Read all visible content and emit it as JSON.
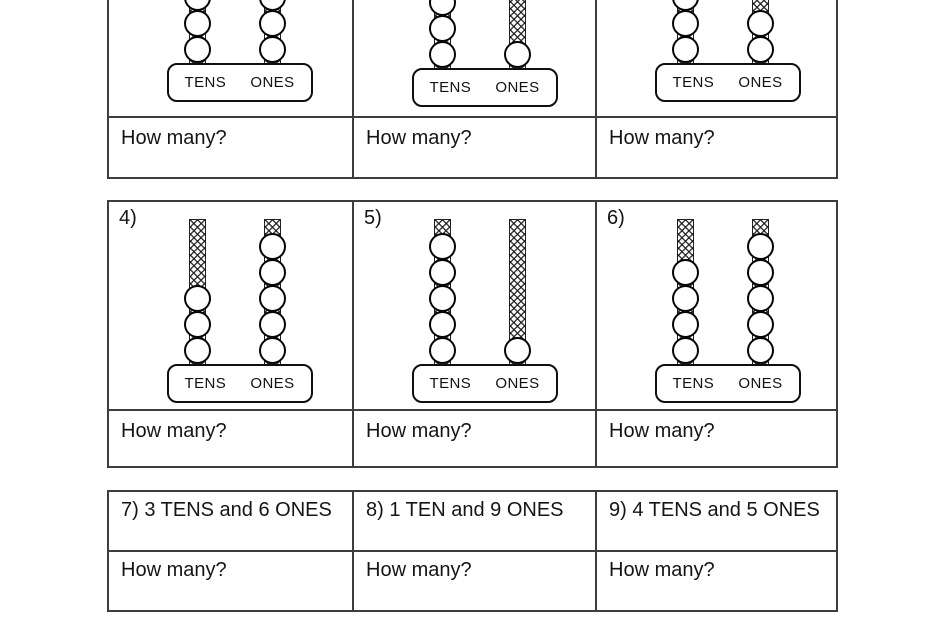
{
  "labels": {
    "tens": "TENS",
    "ones": "ONES",
    "how_many": "How many?"
  },
  "colors": {
    "ink": "#0f0f0f",
    "grid": "#3d3d3d",
    "paper": "#ffffff"
  },
  "rows": [
    {
      "type": "abacus",
      "cut_off_top": true,
      "cells": [
        {
          "number": "",
          "tens_beads": 3,
          "ones_beads": 3,
          "question": "How many?"
        },
        {
          "number": "",
          "tens_beads": 3,
          "ones_beads": 1,
          "question": "How many?"
        },
        {
          "number": "",
          "tens_beads": 3,
          "ones_beads": 2,
          "question": "How many?"
        }
      ]
    },
    {
      "type": "abacus",
      "cut_off_top": false,
      "cells": [
        {
          "number": "4)",
          "tens_beads": 3,
          "ones_beads": 5,
          "question": "How many?"
        },
        {
          "number": "5)",
          "tens_beads": 5,
          "ones_beads": 1,
          "question": "How many?"
        },
        {
          "number": "6)",
          "tens_beads": 4,
          "ones_beads": 5,
          "question": "How many?"
        }
      ]
    },
    {
      "type": "text",
      "cells": [
        {
          "prompt": "7) 3 TENS and 6 ONES",
          "question": "How many?"
        },
        {
          "prompt": "8) 1 TEN and 9 ONES",
          "question": "How many?"
        },
        {
          "prompt": "9) 4 TENS and 5 ONES",
          "question": "How many?"
        }
      ]
    }
  ]
}
